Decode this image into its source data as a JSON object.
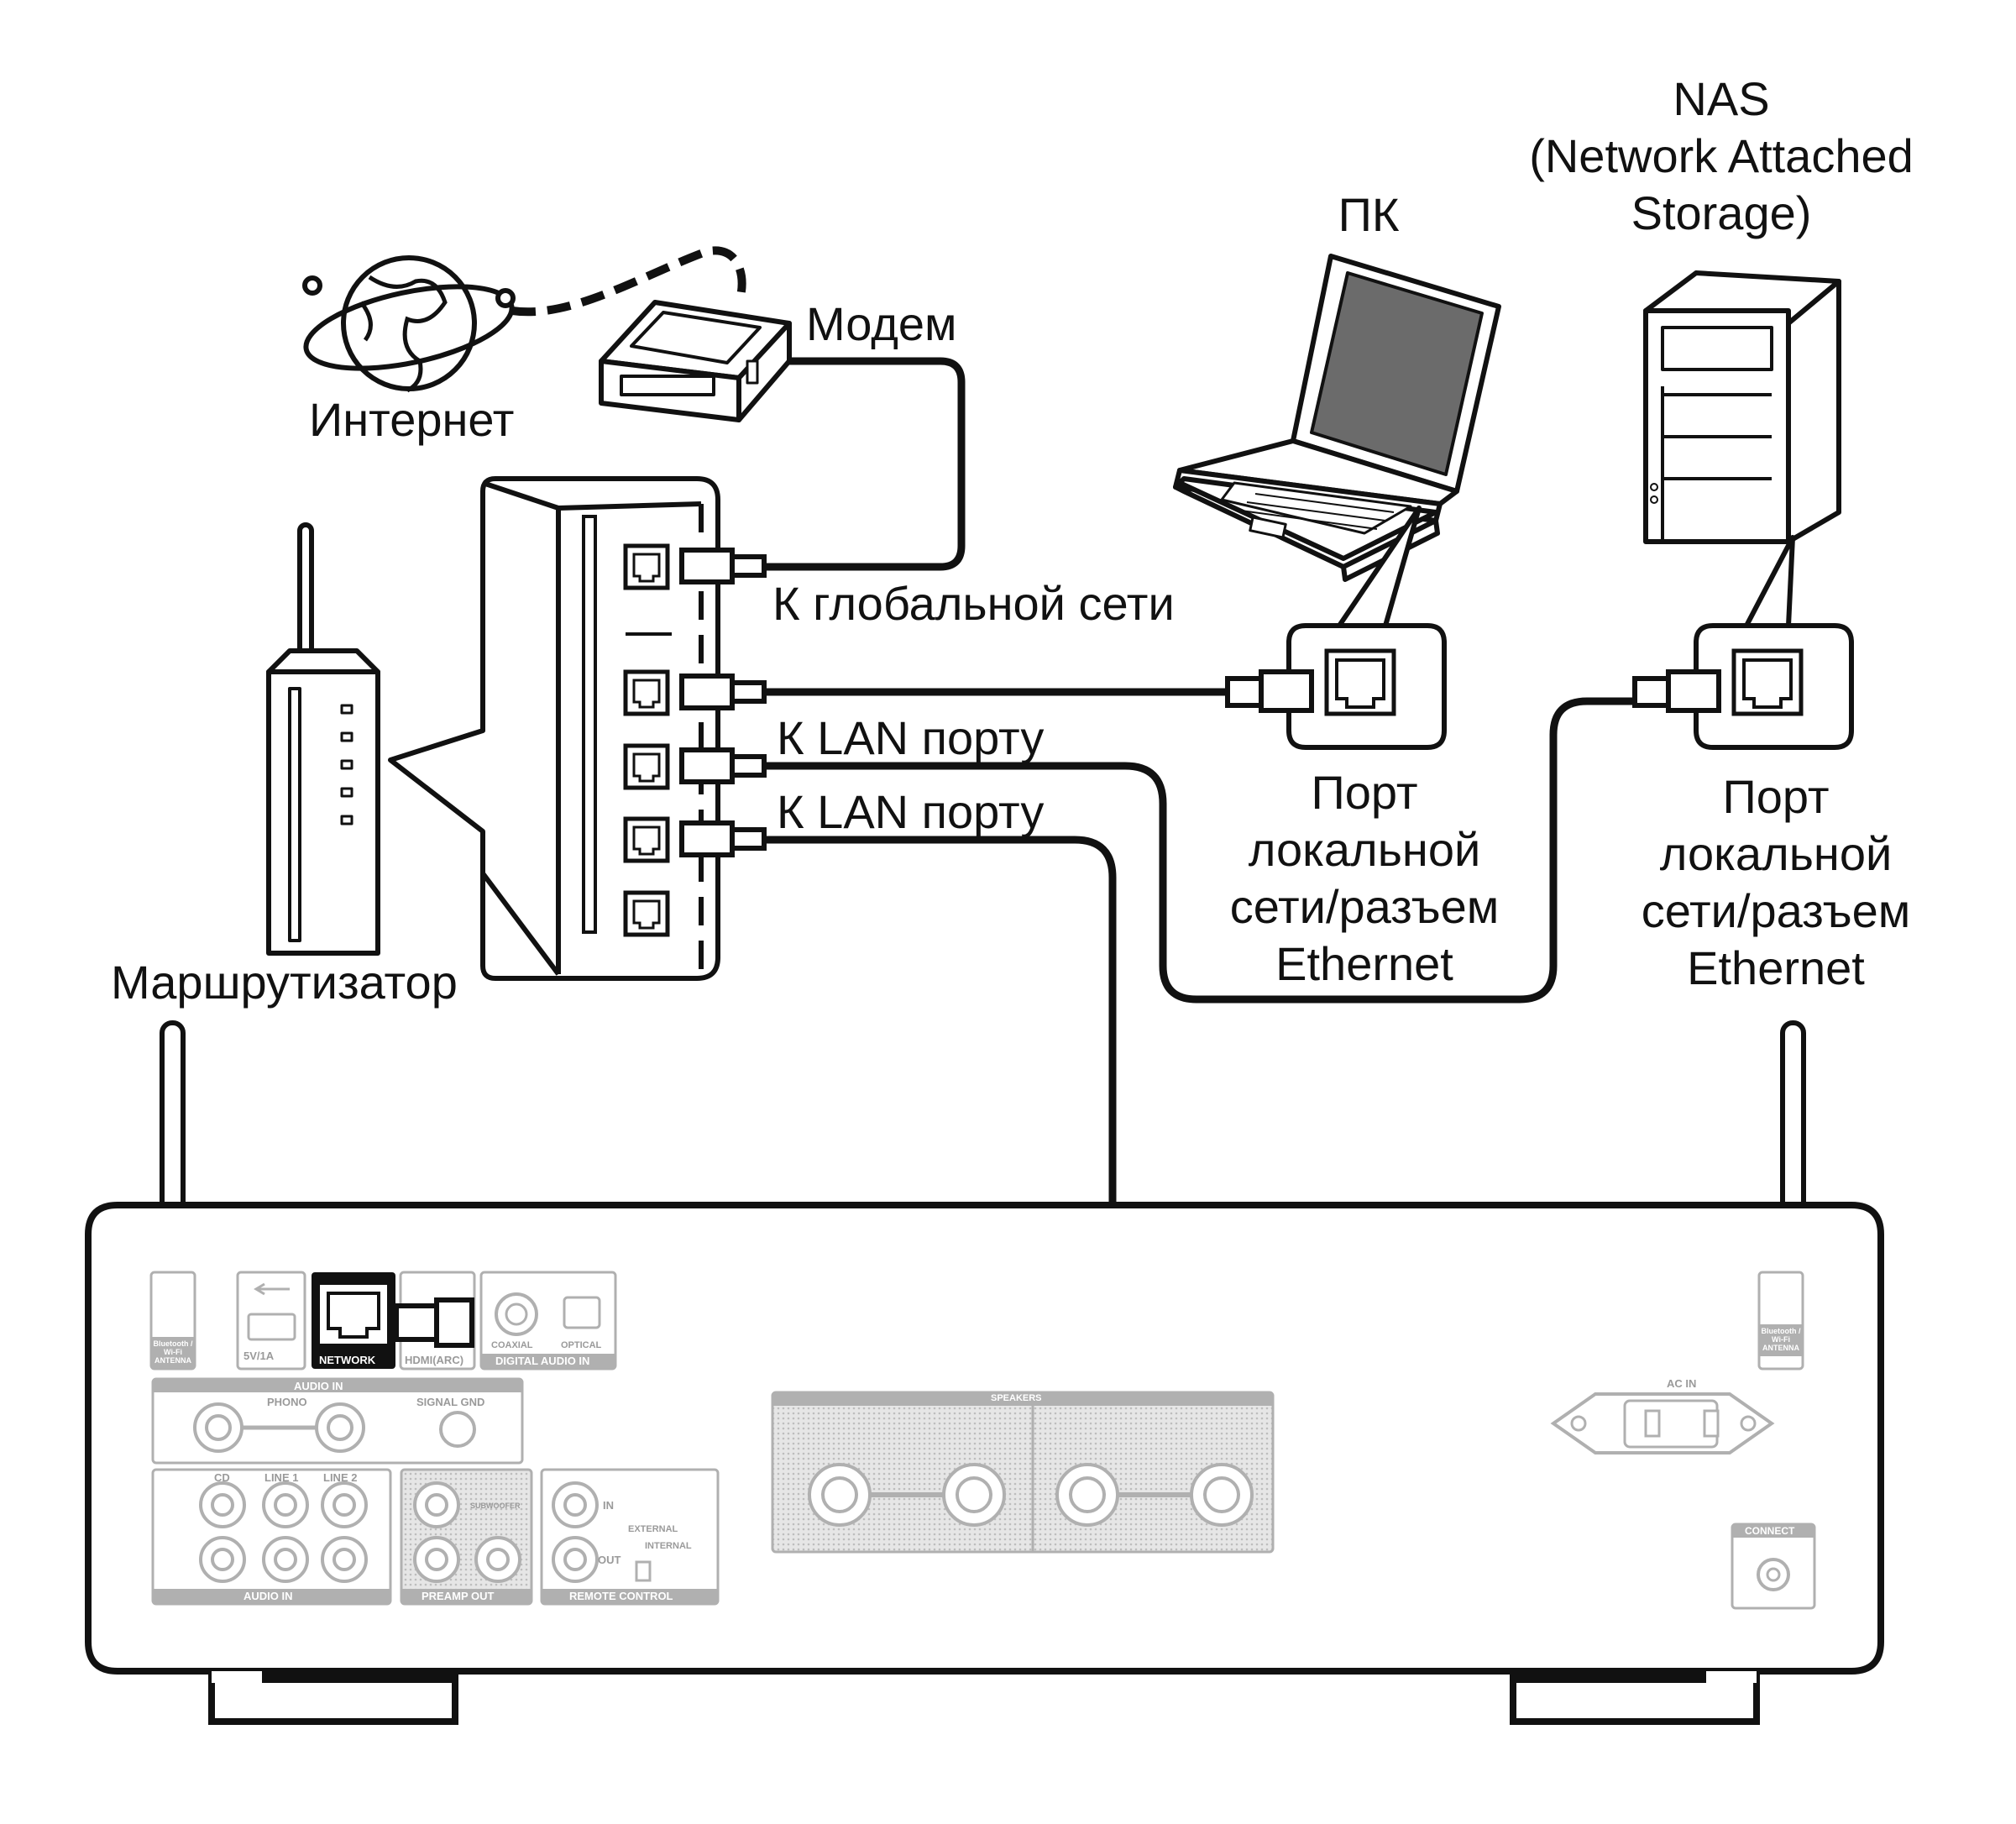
{
  "labels": {
    "internet": "Интернет",
    "modem": "Модем",
    "router": "Маршрутизатор",
    "pc": "ПК",
    "nas_line1": "NAS",
    "nas_line2": "(Network Attached",
    "nas_line3": "Storage)",
    "to_wan": "К глобальной сети",
    "to_lan_1": "К LAN порту",
    "to_lan_2": "К LAN порту",
    "pc_port": [
      "Порт",
      "локальной",
      "сети/разъем",
      "Ethernet"
    ],
    "nas_port": [
      "Порт",
      "локальной",
      "сети/разъем",
      "Ethernet"
    ]
  },
  "rear_panel": {
    "antenna_left": "Bluetooth / Wi-Fi ANTENNA",
    "antenna_right": "Bluetooth / Wi-Fi ANTENNA",
    "usb": "5V/1A",
    "network": "NETWORK",
    "hdmi": "HDMI(ARC)",
    "coaxial": "COAXIAL",
    "optical": "OPTICAL",
    "digital_audio_in": "DIGITAL AUDIO IN",
    "audio_in_top": "AUDIO IN",
    "phono": "PHONO",
    "signal_gnd": "SIGNAL GND",
    "cd": "CD",
    "line1": "LINE 1",
    "line2": "LINE 2",
    "audio_in_bottom": "AUDIO IN",
    "subwoofer": "SUBWOOFER",
    "preamp_out": "PREAMP OUT",
    "remote_in": "IN",
    "remote_out": "OUT",
    "external": "EXTERNAL",
    "internal": "INTERNAL",
    "remote_control": "REMOTE CONTROL",
    "speakers": "SPEAKERS",
    "ac_in": "AC IN",
    "connect": "CONNECT"
  },
  "colors": {
    "line": "#111111",
    "panel_gray": "#b0b0b0",
    "network_black": "#111111"
  }
}
